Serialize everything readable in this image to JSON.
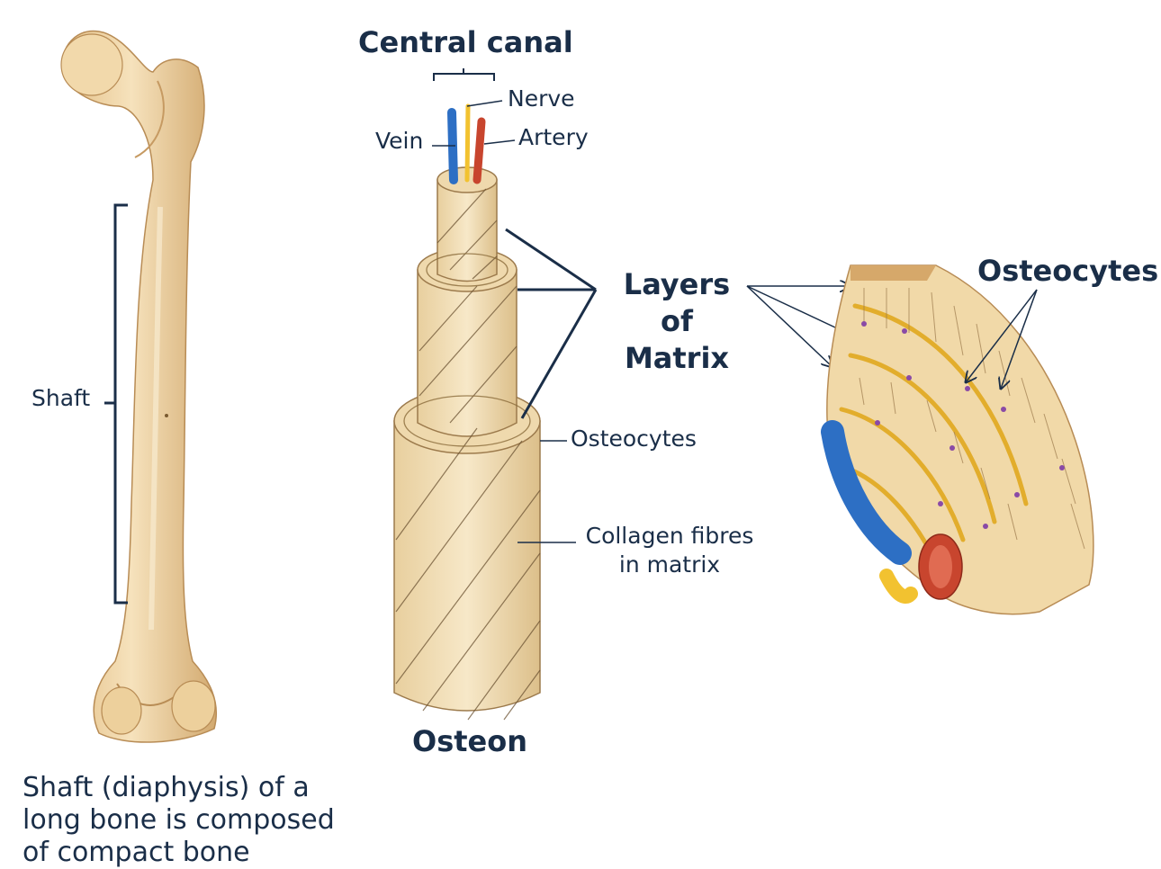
{
  "labels": {
    "central_canal": "Central canal",
    "nerve": "Nerve",
    "vein": "Vein",
    "artery": "Artery",
    "layers_of_matrix": [
      "Layers",
      "of",
      "Matrix"
    ],
    "osteocytes_right": "Osteocytes",
    "osteocytes_middle": "Osteocytes",
    "collagen": [
      "Collagen fibres",
      "in matrix"
    ],
    "osteon": "Osteon",
    "shaft": "Shaft"
  },
  "caption": [
    "Shaft (diaphysis) of a",
    "long bone is composed",
    "of compact bone"
  ],
  "colors": {
    "text": "#1a2e48",
    "bone": "#f0d7a8",
    "bone_shadow": "#c9a06a",
    "vein": "#2d6fc4",
    "artery": "#c8452e",
    "nerve": "#f2c230",
    "lacunae": "#e2ad2c",
    "osteocyte_dot": "#8a4aa6"
  }
}
